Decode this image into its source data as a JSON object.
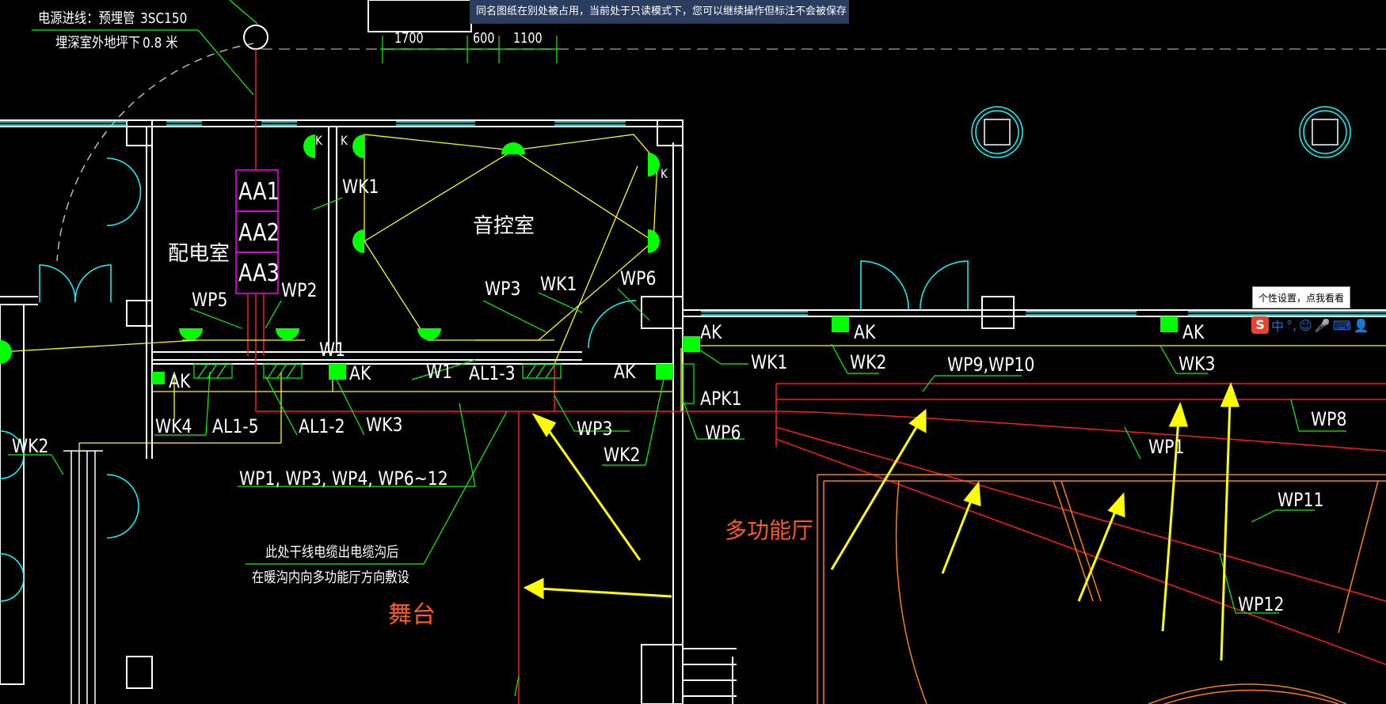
{
  "banner": "同名图纸在别处被占用，当前处于只读模式下，您可以继续操作但标注不会被保存",
  "tooltip": "个性设置，点我看看",
  "ime": {
    "logo": "S",
    "mode": "中",
    "punct": "°,"
  },
  "notes": {
    "power_line": "电源进线：预埋管",
    "power_spec": "3SC150",
    "depth_line": "埋深室外地坪下",
    "depth_value": "0.8 米",
    "cable_note_1": "此处干线电缆出电缆沟后",
    "cable_note_2": "在暖沟内向多功能厅方向敷设"
  },
  "dimensions": [
    "1700",
    "600",
    "1100"
  ],
  "rooms": {
    "distribution": "配电室",
    "sound_control": "音控室",
    "stage": "舞台",
    "multi_hall": "多功能厅"
  },
  "labels": {
    "aa1": "AA1",
    "aa2": "AA2",
    "aa3": "AA3",
    "wk1_a": "WK1",
    "wk1_b": "WK1",
    "wk1_c": "WK1",
    "wp5": "WP5",
    "wp2": "WP2",
    "wp3_a": "WP3",
    "wp3_b": "WP3",
    "wp6_a": "WP6",
    "wp6_b": "WP6",
    "w1_a": "W1",
    "w1_b": "W1",
    "ak_1": "AK",
    "ak_2": "AK",
    "ak_3": "AK",
    "ak_4": "AK",
    "ak_5": "AK",
    "ak_6": "AK",
    "al13": "AL1-3",
    "al15": "AL1-5",
    "al12": "AL1-2",
    "wk4": "WK4",
    "wk3_a": "WK3",
    "wk3_b": "WK3",
    "wk2_a": "WK2",
    "wk2_b": "WK2",
    "wk2_c": "WK2",
    "apk1": "APK1",
    "wp_group": "WP1, WP3, WP4, WP6~12",
    "wp910": "WP9,WP10",
    "wp8": "WP8",
    "wp1": "WP1",
    "wp11": "WP11",
    "wp12": "WP12",
    "k1": "K",
    "k2": "K",
    "k3": "K"
  },
  "colors": {
    "wall": "#ffffff",
    "window": "#00ffff",
    "fixture": "#00ff00",
    "leader": "#00ff00",
    "wiring": "#ffff00",
    "trunk": "#ff0000",
    "panel": "#ff00ff",
    "stage_outline": "#ff8000",
    "arrow": "#ffff00"
  }
}
